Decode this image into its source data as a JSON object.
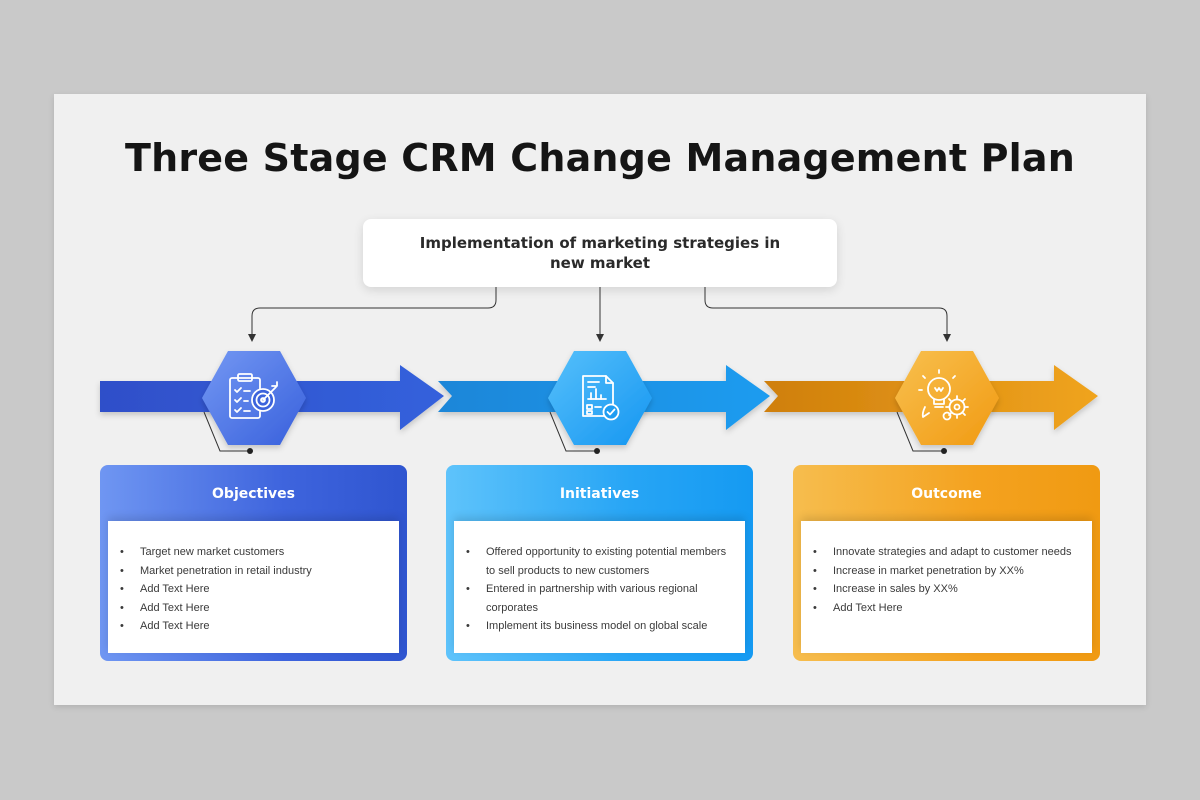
{
  "title": "Three Stage CRM Change Management Plan",
  "top_box": {
    "text": "Implementation of marketing strategies in new market"
  },
  "stages": [
    {
      "heading": "Objectives",
      "icon": "clipboard-target-icon",
      "color": "#3a60d8",
      "items": [
        "Target new market customers",
        "Market penetration in retail industry",
        "Add Text Here",
        "Add Text Here",
        "Add Text Here"
      ]
    },
    {
      "heading": "Initiatives",
      "icon": "document-check-icon",
      "color": "#1ea0f4",
      "items": [
        "Offered opportunity to existing potential members to sell products to new customers",
        "Entered in partnership with various regional corporates",
        "Implement its business model on global scale"
      ]
    },
    {
      "heading": "Outcome",
      "icon": "lightbulb-gear-icon",
      "color": "#f3a21c",
      "items": [
        "Innovate strategies and adapt to customer needs",
        "Increase in market penetration by XX%",
        "Increase in sales by XX%",
        "Add Text Here"
      ]
    }
  ],
  "colors": {
    "blue": "#2f55d0",
    "light_blue": "#1a9cf3",
    "orange": "#e58e10",
    "background": "#f0f0f0"
  }
}
